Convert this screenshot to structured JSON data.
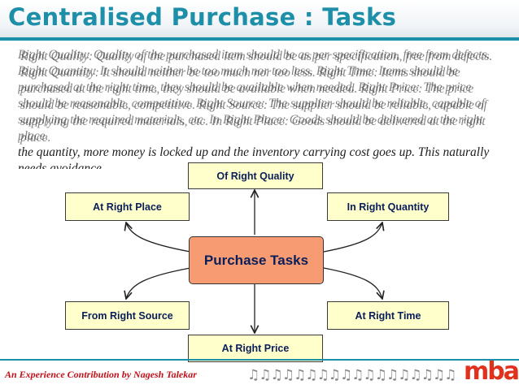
{
  "slide": {
    "title": "Centralised Purchase : Tasks",
    "paragraph_overlapped": "Right Quality: Quality of the purchased item should be as per specification, free from defects. Right Quantity: It should neither be too much nor too less. Right Time: Items should be purchased at the right time, they should be available when needed. Right Price: The price should be reasonable, competitive. Right Source: The supplier should be reliable, capable of supplying the required materials, etc. In Right Place: Goods should be delivered at the right place.",
    "paragraph_visible": "the quantity, more money is locked up and the inventory carrying cost goes up. This naturally needs avoidance.",
    "footer": "An Experience Contribution by Nagesh Talekar",
    "icons": "♫♫♫♫♫♫♫♫♫♫♫♫♫♫♫♫♫♫",
    "logo": "mba"
  },
  "diagram": {
    "center": "Purchase Tasks",
    "nodes": {
      "quality": "Of Right Quality",
      "place": "At Right Place",
      "quantity": "In Right Quantity",
      "source": "From Right Source",
      "time": "At Right Time",
      "price": "At Right Price"
    }
  },
  "colors": {
    "title": "#1e8fa8",
    "box_fill": "#ffffcc",
    "center_fill": "#f79c72",
    "text_navy": "#0a1e5a",
    "footer_red": "#c0101a"
  }
}
